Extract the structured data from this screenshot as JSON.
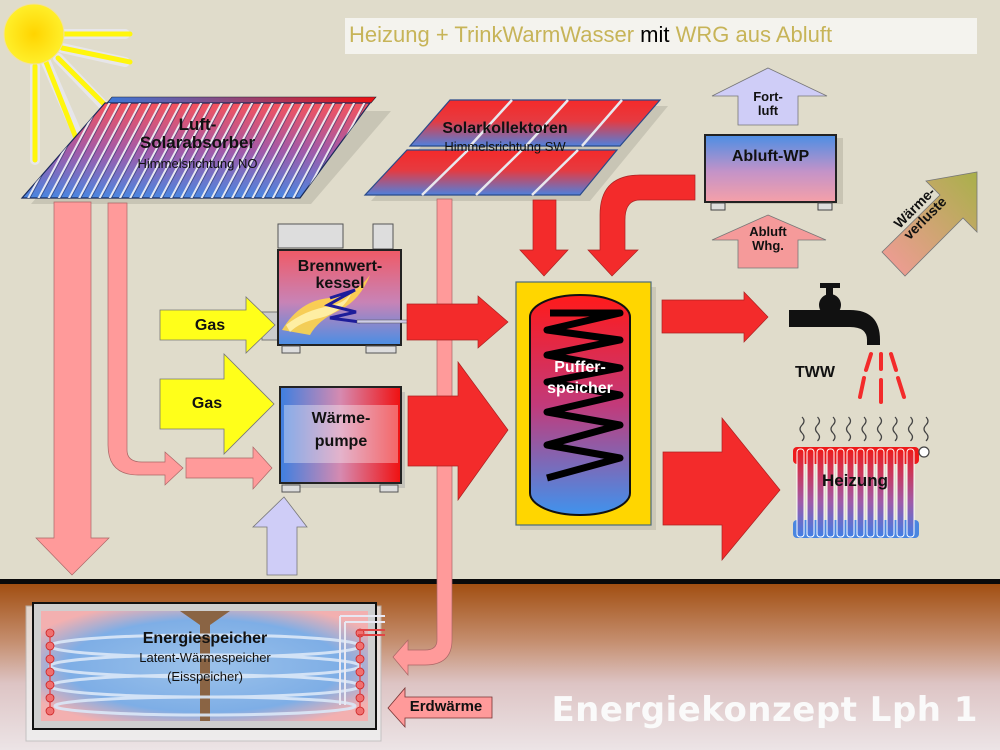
{
  "header": {
    "title_part1": "Heizung + TrinkWarmWasser",
    "title_mit": "mit",
    "title_part2": "WRG aus Abluft"
  },
  "components": {
    "luft_solarabsorber": {
      "title_line1": "Luft-",
      "title_line2": "Solarabsorber",
      "subtitle": "Himmelsrichtung NO"
    },
    "solarkollektoren": {
      "title": "Solarkollektoren",
      "subtitle": "Himmelsrichtung SW"
    },
    "abluft_wp": {
      "title": "Abluft-WP"
    },
    "fortluft": {
      "line1": "Fort-",
      "line2": "luft"
    },
    "abluft_whg": {
      "line1": "Abluft",
      "line2": "Whg."
    },
    "waermeverluste": {
      "line1": "Wärme-",
      "line2": "verluste"
    },
    "brennwertkessel": {
      "line1": "Brennwert-",
      "line2": "kessel"
    },
    "waermepumpe": {
      "line1": "Wärme-",
      "line2": "pumpe"
    },
    "gas_1": {
      "label": "Gas"
    },
    "gas_2": {
      "label": "Gas"
    },
    "pufferspeicher": {
      "line1": "Puffer-",
      "line2": "speicher"
    },
    "tww": {
      "label": "TWW"
    },
    "heizung": {
      "label": "Heizung"
    },
    "energiespeicher": {
      "title": "Energiespeicher",
      "subtitle1": "Latent-Wärmespeicher",
      "subtitle2": "(Eisspeicher)"
    },
    "erdwaerme": {
      "label": "Erdwärme"
    }
  },
  "footer": {
    "title": "Energiekonzept Lph 1"
  },
  "colors": {
    "background": "#e0dccb",
    "ground": "#a95a1a",
    "heat_arrow": "#f32b2b",
    "low_temp_arrow": "#ff9a9a",
    "gas_arrow": "#ffff1a",
    "air_arrow": "#cfcdf7",
    "title_accent": "#c7b458",
    "buffer_frame": "#ffd600"
  }
}
